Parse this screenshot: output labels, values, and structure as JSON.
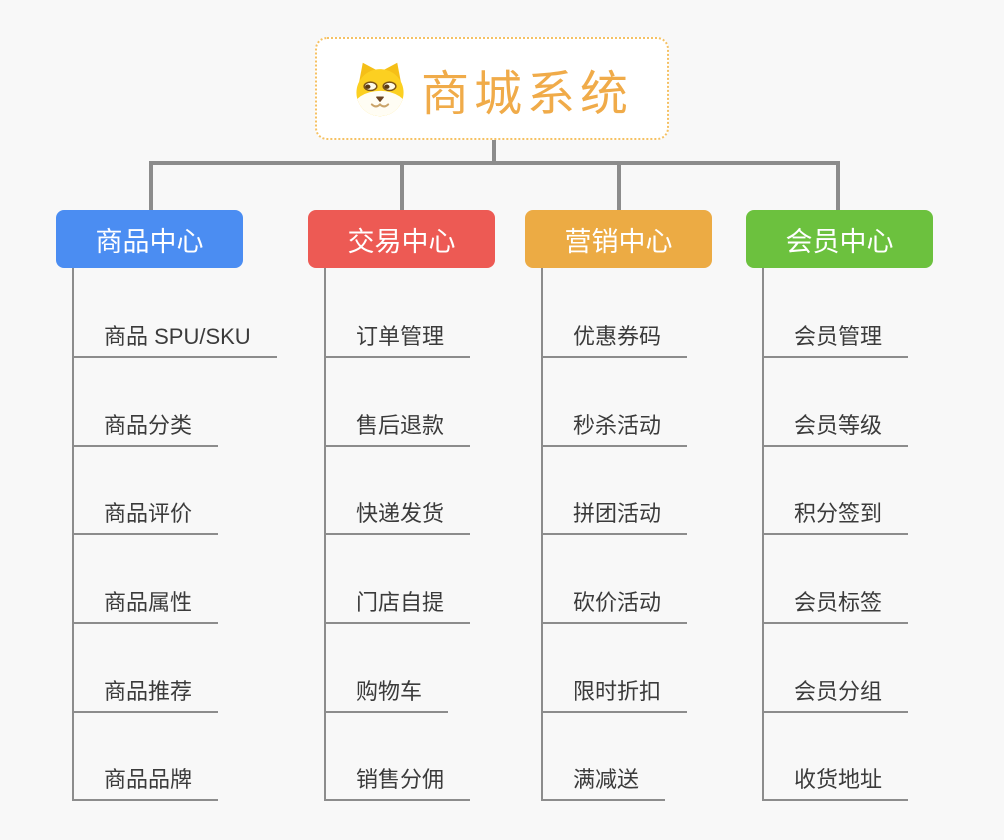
{
  "root": {
    "title": "商城系统",
    "icon": "shiba-dog-icon"
  },
  "branches": [
    {
      "label": "商品中心",
      "color": "#4b8df2",
      "items": [
        "商品 SPU/SKU",
        "商品分类",
        "商品评价",
        "商品属性",
        "商品推荐",
        "商品品牌"
      ]
    },
    {
      "label": "交易中心",
      "color": "#ed5a54",
      "items": [
        "订单管理",
        "售后退款",
        "快递发货",
        "门店自提",
        "购物车",
        "销售分佣"
      ]
    },
    {
      "label": "营销中心",
      "color": "#ecab44",
      "items": [
        "优惠券码",
        "秒杀活动",
        "拼团活动",
        "砍价活动",
        "限时折扣",
        "满减送"
      ]
    },
    {
      "label": "会员中心",
      "color": "#6cc13e",
      "items": [
        "会员管理",
        "会员等级",
        "积分签到",
        "会员标签",
        "会员分组",
        "收货地址"
      ]
    }
  ],
  "colors": {
    "connector": "#8c8c8c",
    "background": "#f8f8f8",
    "root_border": "#f5c163",
    "root_title": "#f0ab49",
    "leaf_text": "#3b3b3b"
  }
}
